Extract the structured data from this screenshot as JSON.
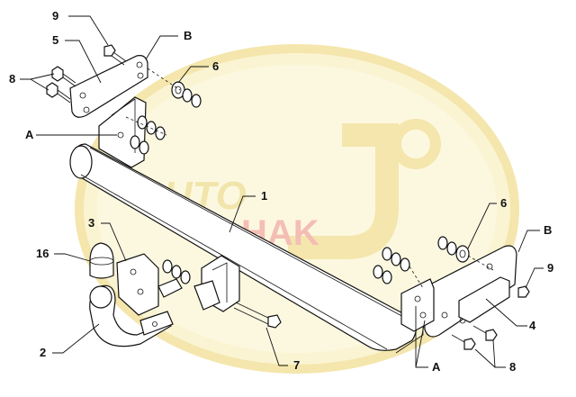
{
  "watermark": {
    "line1": "AUTO",
    "line2": "HAK",
    "color": "#e8d870",
    "accent": "#e86a5a"
  },
  "callouts": {
    "c1": "1",
    "c2": "2",
    "c3": "3",
    "c4": "4",
    "c5": "5",
    "c6a": "6",
    "c6b": "6",
    "c7": "7",
    "c8a": "8",
    "c8b": "8",
    "c9a": "9",
    "c9b": "9",
    "c16": "16",
    "cAa": "A",
    "cAb": "A",
    "cBa": "B",
    "cBb": "B"
  }
}
